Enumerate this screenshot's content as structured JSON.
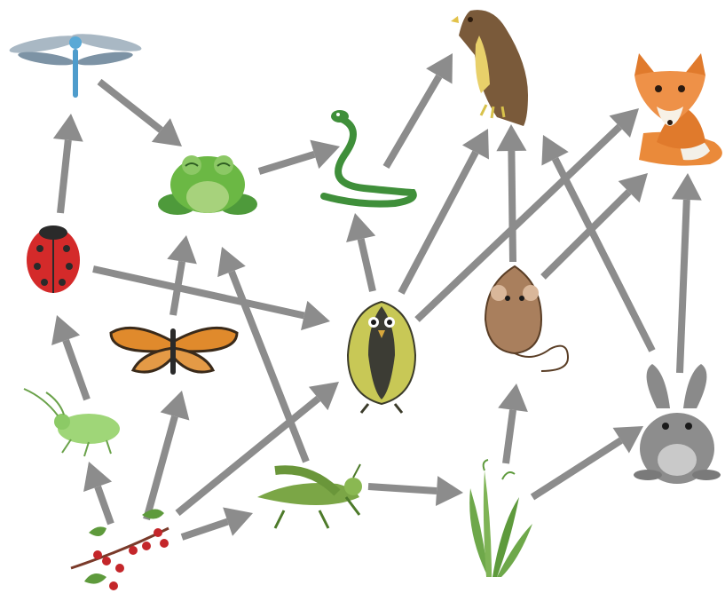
{
  "diagram": {
    "type": "food-web",
    "organisms": [
      {
        "id": "dragonfly",
        "icon": "dragonfly-icon"
      },
      {
        "id": "frog",
        "icon": "frog-icon"
      },
      {
        "id": "snake",
        "icon": "snake-icon"
      },
      {
        "id": "hawk",
        "icon": "hawk-icon"
      },
      {
        "id": "fox",
        "icon": "fox-icon"
      },
      {
        "id": "ladybug",
        "icon": "ladybug-icon"
      },
      {
        "id": "butterfly",
        "icon": "butterfly-icon"
      },
      {
        "id": "bird",
        "icon": "bird-icon"
      },
      {
        "id": "mouse",
        "icon": "mouse-icon"
      },
      {
        "id": "aphid",
        "icon": "aphid-icon"
      },
      {
        "id": "grasshopper",
        "icon": "grasshopper-icon"
      },
      {
        "id": "grass",
        "icon": "grass-icon"
      },
      {
        "id": "rabbit",
        "icon": "rabbit-icon"
      },
      {
        "id": "berries",
        "icon": "berry-branch-icon"
      }
    ],
    "links": [
      {
        "from": "berries",
        "to": "aphid"
      },
      {
        "from": "berries",
        "to": "butterfly"
      },
      {
        "from": "berries",
        "to": "bird"
      },
      {
        "from": "berries",
        "to": "grasshopper"
      },
      {
        "from": "aphid",
        "to": "ladybug"
      },
      {
        "from": "ladybug",
        "to": "dragonfly"
      },
      {
        "from": "ladybug",
        "to": "bird"
      },
      {
        "from": "dragonfly",
        "to": "frog"
      },
      {
        "from": "butterfly",
        "to": "frog"
      },
      {
        "from": "grasshopper",
        "to": "frog"
      },
      {
        "from": "grasshopper",
        "to": "grass"
      },
      {
        "from": "frog",
        "to": "snake"
      },
      {
        "from": "snake",
        "to": "hawk"
      },
      {
        "from": "bird",
        "to": "snake"
      },
      {
        "from": "bird",
        "to": "hawk"
      },
      {
        "from": "bird",
        "to": "fox"
      },
      {
        "from": "grass",
        "to": "mouse"
      },
      {
        "from": "grass",
        "to": "rabbit"
      },
      {
        "from": "mouse",
        "to": "hawk"
      },
      {
        "from": "mouse",
        "to": "fox"
      },
      {
        "from": "rabbit",
        "to": "hawk"
      },
      {
        "from": "rabbit",
        "to": "fox"
      }
    ],
    "colors": {
      "arrow": "#8c8c8c",
      "background": "#ffffff"
    }
  }
}
